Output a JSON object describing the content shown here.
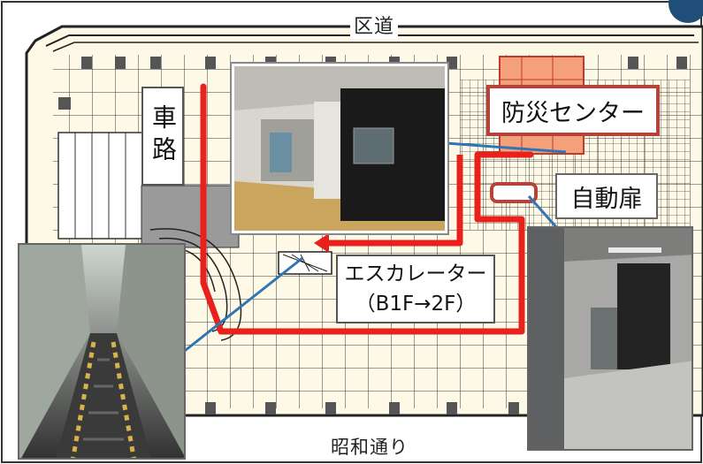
{
  "map": {
    "street_top": "区道",
    "street_bottom": "昭和通り",
    "road_label": "車路",
    "disaster_center_label": "防災センター",
    "automatic_door_label": "自動扉",
    "escalator_label_line1": "エスカレーター",
    "escalator_label_line2": "（B1F→2F）"
  },
  "colors": {
    "route": "#e8211c",
    "leader_line": "#2e75b6",
    "disaster_center_fill": "#f4a07a",
    "background": "#fdf9e6"
  },
  "photos": [
    {
      "name": "corridor-photo",
      "subject": "lobby corridor with dark wall panels"
    },
    {
      "name": "escalator-photo",
      "subject": "escalator with yellow lights"
    },
    {
      "name": "hallway-photo",
      "subject": "grey hallway to door"
    }
  ]
}
